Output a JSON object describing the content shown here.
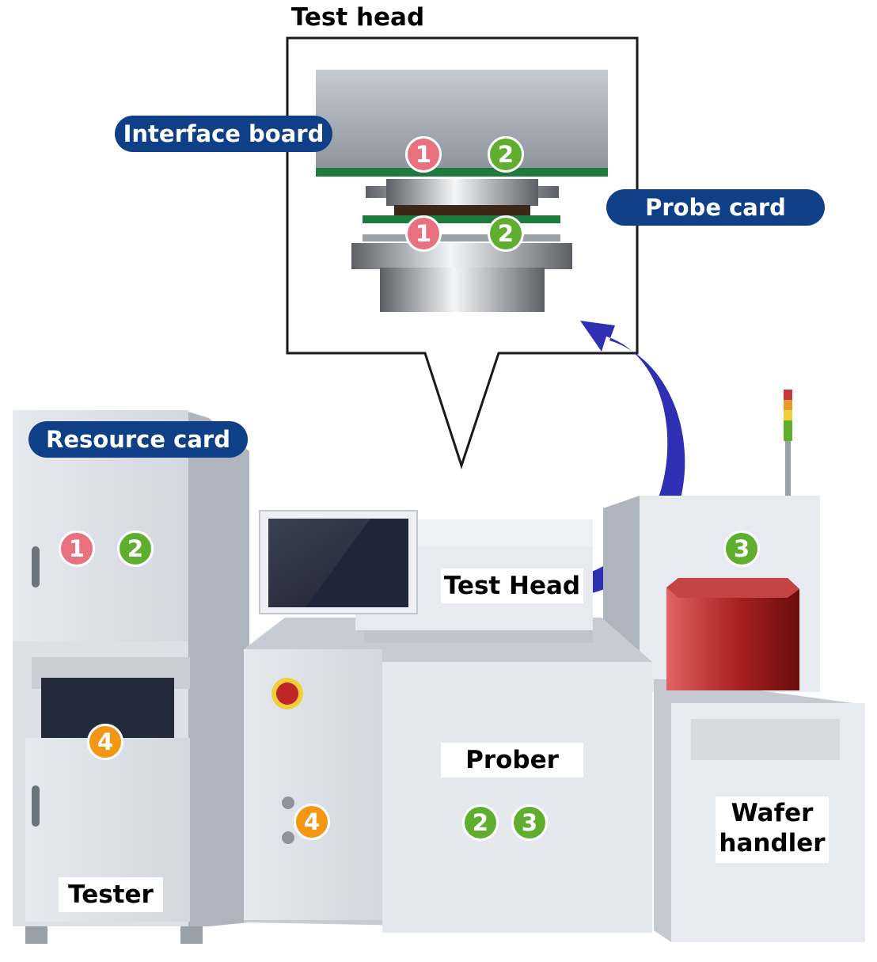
{
  "colors": {
    "label_pill": "#0f3f86",
    "badge_1": "#e8707f",
    "badge_2": "#5fae2e",
    "badge_3": "#5fae2e",
    "badge_4": "#f29613",
    "arrow": "#2e2fb3",
    "pcb_green": "#1f7a3d",
    "wafer_cassette": "#9a1c1c"
  },
  "labels": {
    "test_head_callout": "Test head",
    "interface_board": "Interface board",
    "probe_card": "Probe card",
    "resource_card": "Resource card",
    "test_head_machine": "Test Head",
    "prober": "Prober",
    "wafer_handler_line1": "Wafer",
    "wafer_handler_line2": "handler",
    "tester": "Tester"
  },
  "badges": {
    "one": "1",
    "two": "2",
    "three": "3",
    "four": "4"
  },
  "icons": {
    "callout": "speech-bubble-callout",
    "arrow": "curved-arrow-icon"
  }
}
